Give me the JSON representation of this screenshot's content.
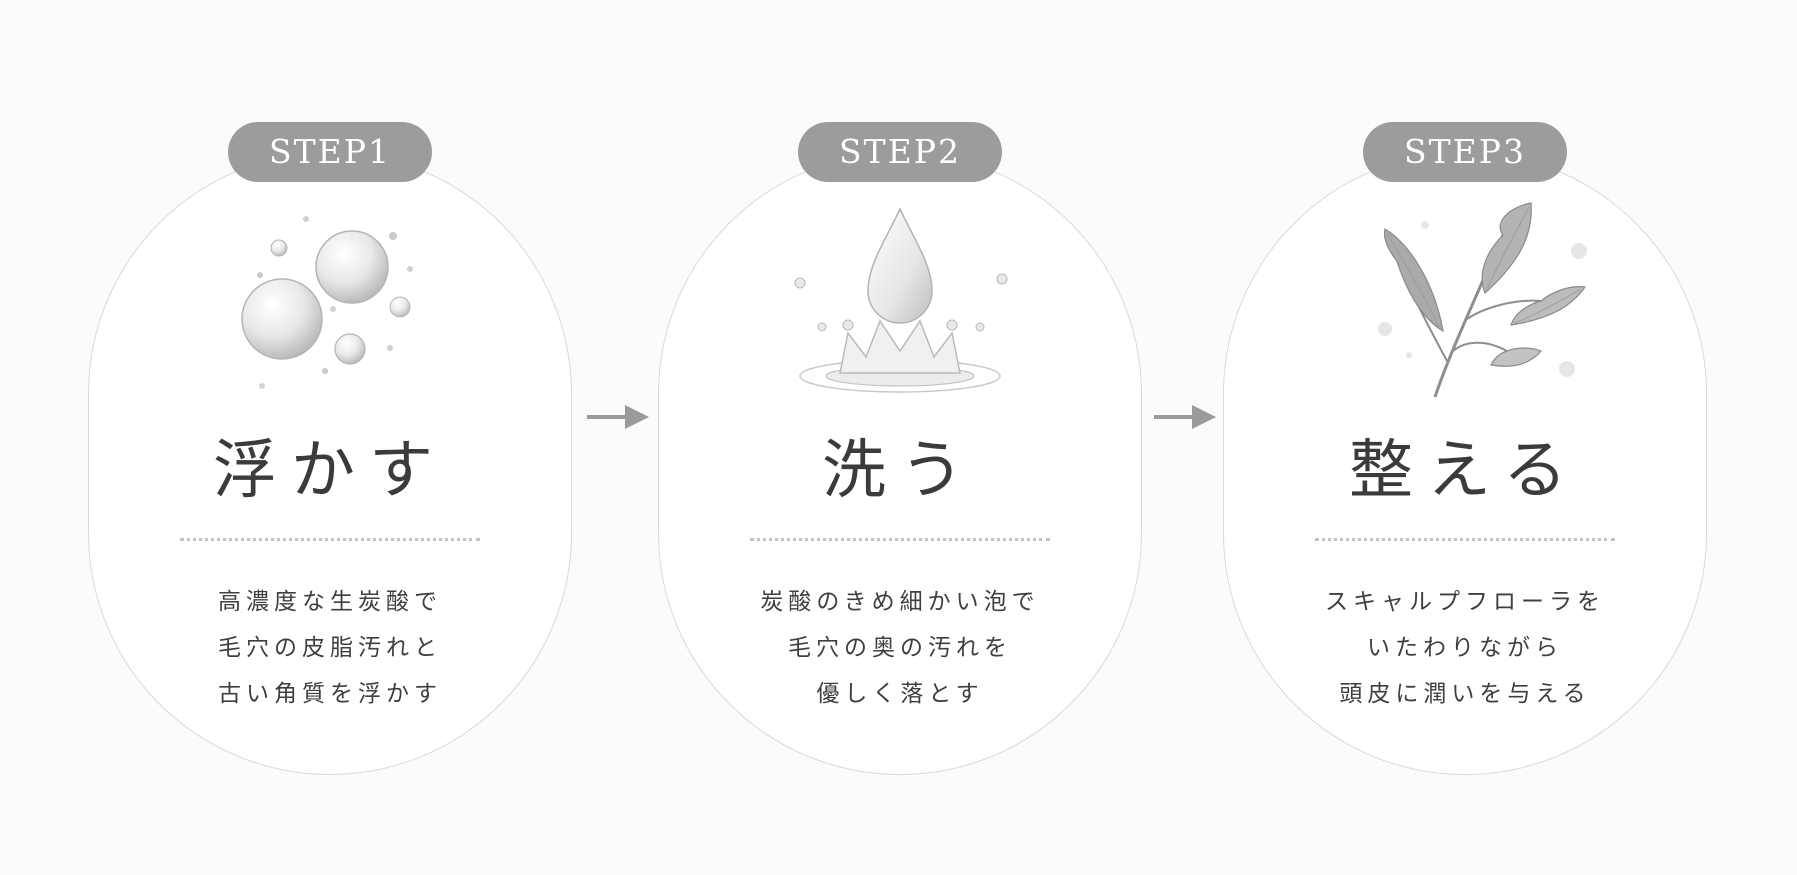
{
  "steps": [
    {
      "badge": "STEP1",
      "title": "浮かす",
      "icon": "bubbles-icon",
      "description": [
        "高濃度な生炭酸で",
        "毛穴の皮脂汚れと",
        "古い角質を浮かす"
      ]
    },
    {
      "badge": "STEP2",
      "title": "洗う",
      "icon": "water-drop-splash-icon",
      "description": [
        "炭酸のきめ細かい泡で",
        "毛穴の奥の汚れを",
        "優しく落とす"
      ]
    },
    {
      "badge": "STEP3",
      "title": "整える",
      "icon": "leaf-icon",
      "description": [
        "スキャルプフローラを",
        "いたわりながら",
        "頭皮に潤いを与える"
      ]
    }
  ],
  "colors": {
    "badge": "#9c9c9c",
    "border": "#d9d9d9",
    "text": "#3a3a3a",
    "arrow": "#9a9a9a"
  }
}
